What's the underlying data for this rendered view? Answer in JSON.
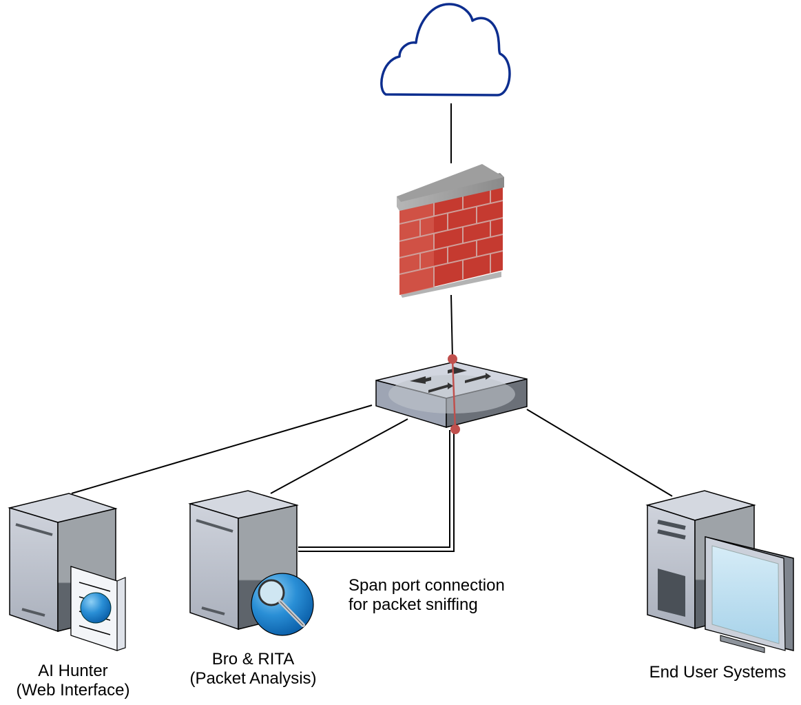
{
  "diagram": {
    "title": "Network topology with span port packet sniffing",
    "nodes": {
      "internet": {
        "kind": "cloud",
        "label": ""
      },
      "firewall": {
        "kind": "firewall",
        "label": ""
      },
      "switch": {
        "kind": "switch",
        "label": ""
      },
      "ai_hunter": {
        "kind": "web-server",
        "label_line1": "AI Hunter",
        "label_line2": "(Web Interface)"
      },
      "bro_rita": {
        "kind": "analysis-server",
        "label_line1": "Bro & RITA",
        "label_line2": "(Packet Analysis)"
      },
      "end_users": {
        "kind": "workstation",
        "label_line1": "End User Systems"
      }
    },
    "edges": [
      {
        "from": "internet",
        "to": "firewall",
        "style": "solid"
      },
      {
        "from": "firewall",
        "to": "switch",
        "style": "solid"
      },
      {
        "from": "switch",
        "to": "ai_hunter",
        "style": "solid"
      },
      {
        "from": "switch",
        "to": "bro_rita",
        "style": "solid"
      },
      {
        "from": "switch",
        "to": "end_users",
        "style": "solid"
      },
      {
        "from": "switch",
        "to": "bro_rita",
        "style": "double",
        "label": "span-port"
      }
    ],
    "annotation": {
      "line1": "Span port connection",
      "line2": "for packet sniffing"
    },
    "colors": {
      "cloud_stroke": "#0d2e8f",
      "brick": "#c8322c",
      "span_tap": "#c0504d",
      "server_light": "#c9ced8",
      "server_dark": "#5b6168",
      "globe": "#1f7fc4"
    }
  }
}
